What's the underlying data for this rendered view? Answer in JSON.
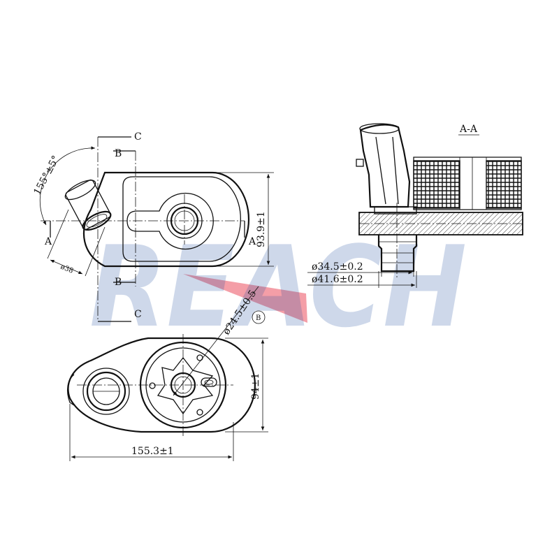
{
  "brand": {
    "watermark": "REACH",
    "color": "#1f4f9e",
    "accent": "#e6283c"
  },
  "section_label": "A-A",
  "section_marks": {
    "a": "A",
    "b": "B",
    "c": "C"
  },
  "dimensions": {
    "angle": "155°±5°",
    "inlet_dia": "ø38",
    "height_top": "93.9±1",
    "hole_dia": "ø24.5±0.5",
    "detail_mark": "B",
    "height_bottom": "94±1",
    "width_bottom": "155.3±1",
    "dia_inner": "ø34.5±0.2",
    "dia_outer": "ø41.6±0.2"
  }
}
